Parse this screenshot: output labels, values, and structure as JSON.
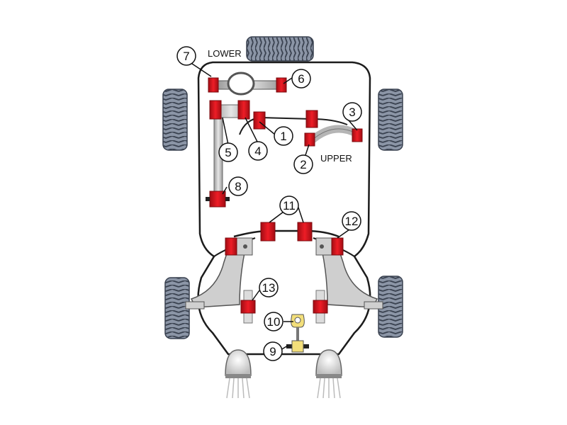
{
  "labels": {
    "lower": "LOWER",
    "upper": "UPPER"
  },
  "callouts": {
    "c1": "1",
    "c2": "2",
    "c3": "3",
    "c4": "4",
    "c5": "5",
    "c6": "6",
    "c7": "7",
    "c8": "8",
    "c9": "9",
    "c10": "10",
    "c11": "11",
    "c12": "12",
    "c13": "13"
  },
  "colors": {
    "bush": "#e0151f",
    "bush_dark": "#9e0c12",
    "tyre": "#7f8a9c",
    "tyre_dark": "#3a4250",
    "metal": "#c8c8c8",
    "outline": "#222222",
    "mount": "#f3df7a"
  }
}
